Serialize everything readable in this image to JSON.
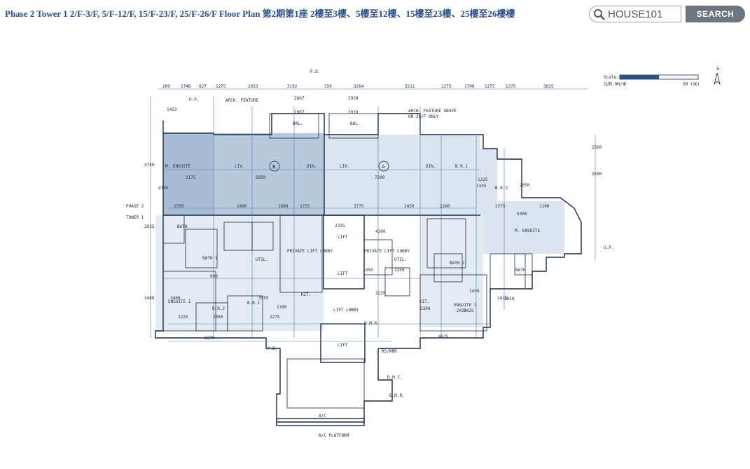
{
  "header": {
    "title": "Phase 2 Tower 1 2/F-3/F, 5/F-12/F, 15/F-23/F, 25/F-26/F Floor Plan 第2期第1座 2樓至3樓、5樓至12樓、15樓至23樓、25樓至26樓樓",
    "search_value": "HOUSE101",
    "search_button": "SEARCH"
  },
  "icons": {
    "search": "magnifier-icon",
    "north": "north-arrow-icon"
  },
  "colors": {
    "accent": "#2d4f86",
    "unit_fill": "#b9c9dc",
    "unit_fill_light": "#dbe5f0",
    "grid": "#4d7fb8",
    "button": "#6d7680"
  },
  "plan": {
    "scale_label": "Scale:",
    "scale_cn": "比例:0M/米",
    "scale_end": "5M (米)",
    "north_letter": "S",
    "unit_a": "A",
    "unit_b": "B",
    "rooms": {
      "m_ensuite_b": "M. ENSUITE",
      "liv_b": "LIV.",
      "din_b": "DIN.",
      "liv_a": "LIV.",
      "din_a": "DIN.",
      "br1_a": "B.R.1",
      "br2_a": "B.R.2",
      "m_ensuite_a": "M. ENSUITE",
      "ensuite1_b": "ENSUITE 1",
      "br2_b": "B.R.2",
      "br1_b": "B.R.1",
      "kit_b": "KIT.",
      "kit_a": "KIT.",
      "ensuite1_a": "ENSUITE 1",
      "lift1": "LIFT",
      "lift2": "LIFT",
      "lift3": "LIFT",
      "lift_lobby": "LIFT LOBBY",
      "private_lift_lobby_b": "PRIVATE LIFT LOBBY",
      "private_lift_lobby_a": "PRIVATE LIFT LOBBY",
      "util_b": "UTIL.",
      "util_a": "UTIL.",
      "bath_b": "BATH",
      "bath1_b": "BATH 1",
      "bath_a": "BATH",
      "bath1_a": "BATH 1",
      "bal_1": "BAL.",
      "bal_2": "BAL.",
      "phase": "PHASE 2",
      "tower": "TOWER 1",
      "up_left": "U.P.",
      "up_right": "U.P.",
      "pd_top": "P.D.",
      "arch_feature": "ARCH. FEATURE",
      "arch_feature_above": "ARCH. FEATURE ABOVE",
      "on_26f_only": "ON 26/F ONLY",
      "ac_platform": "A/C PLATFORM",
      "ac": "A/C",
      "emr": "E.M.R.",
      "rmc": "R.M.C.",
      "pd_bottom": "P.D.",
      "ws_wmr": "W.M.R.",
      "br_mr": "RS/MRR"
    },
    "top_dims": [
      "200",
      "1748",
      "827",
      "1275",
      "2933",
      "3192",
      "350",
      "3264",
      "3211",
      "1275",
      "1700",
      "1275",
      "1375",
      "3025"
    ],
    "misc_dims": [
      "1423",
      "2867",
      "2939",
      "2967",
      "3039",
      "3175",
      "6850",
      "7200",
      "4705",
      "4740",
      "3025",
      "3480",
      "1550",
      "1400",
      "1600",
      "1725",
      "3775",
      "2450",
      "2200",
      "2275",
      "5300",
      "1100",
      "2325",
      "4300",
      "1450",
      "1250",
      "2225",
      "2300",
      "2425",
      "2050",
      "2275",
      "6275",
      "1700",
      "2850",
      "1450",
      "4625",
      "2050",
      "1325",
      "2500",
      "1500",
      "3400",
      "2225",
      "3555",
      "2425",
      "900",
      "1325",
      "2425"
    ]
  }
}
